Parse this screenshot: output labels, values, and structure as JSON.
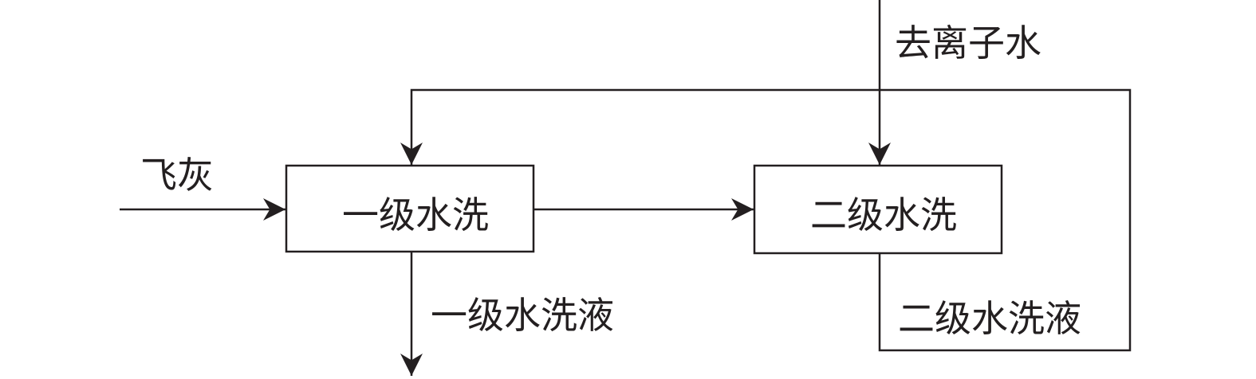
{
  "diagram": {
    "nodes": {
      "stage1": {
        "label": "一级水洗"
      },
      "stage2": {
        "label": "二级水洗"
      }
    },
    "inputs": {
      "fly_ash": "飞灰",
      "deionized_water": "去离子水"
    },
    "outputs": {
      "stage1_wash_liquid": "一级水洗液",
      "stage2_wash_liquid": "二级水洗液"
    },
    "colors": {
      "line": "#231f20",
      "background": "#ffffff"
    }
  }
}
